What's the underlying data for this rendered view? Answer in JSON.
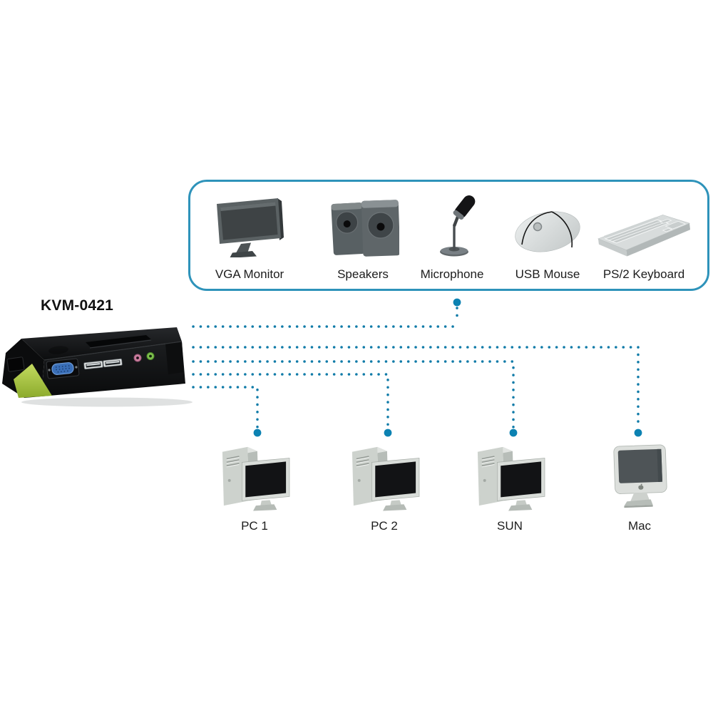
{
  "diagram_title": "KVM-0421",
  "colors": {
    "box_border_blue": "#2e93ba",
    "connection_dot_blue": "#107ba8",
    "junction_dot_blue": "#0c82b2",
    "kvm_green": "#a3c13e",
    "label_text": "#1c1c1c"
  },
  "kvm": {
    "label": "KVM-0421",
    "icon": "kvm-switch-icon"
  },
  "peripherals": {
    "items": [
      {
        "label": "VGA Monitor",
        "icon": "vga-monitor-icon"
      },
      {
        "label": "Speakers",
        "icon": "speakers-icon"
      },
      {
        "label": "Microphone",
        "icon": "microphone-icon"
      },
      {
        "label": "USB Mouse",
        "icon": "usb-mouse-icon"
      },
      {
        "label": "PS/2 Keyboard",
        "icon": "ps2-keyboard-icon"
      }
    ]
  },
  "computers": {
    "items": [
      {
        "label": "PC 1",
        "icon": "tower-pc-icon"
      },
      {
        "label": "PC 2",
        "icon": "tower-pc-icon"
      },
      {
        "label": "SUN",
        "icon": "tower-pc-icon"
      },
      {
        "label": "Mac",
        "icon": "imac-icon"
      }
    ]
  },
  "connections": [
    {
      "from": "KVM-0421",
      "to": "peripherals-group",
      "style": "dotted"
    },
    {
      "from": "KVM-0421",
      "to": "Mac",
      "style": "dotted"
    },
    {
      "from": "KVM-0421",
      "to": "SUN",
      "style": "dotted"
    },
    {
      "from": "KVM-0421",
      "to": "PC 2",
      "style": "dotted"
    },
    {
      "from": "KVM-0421",
      "to": "PC 1",
      "style": "dotted"
    }
  ]
}
